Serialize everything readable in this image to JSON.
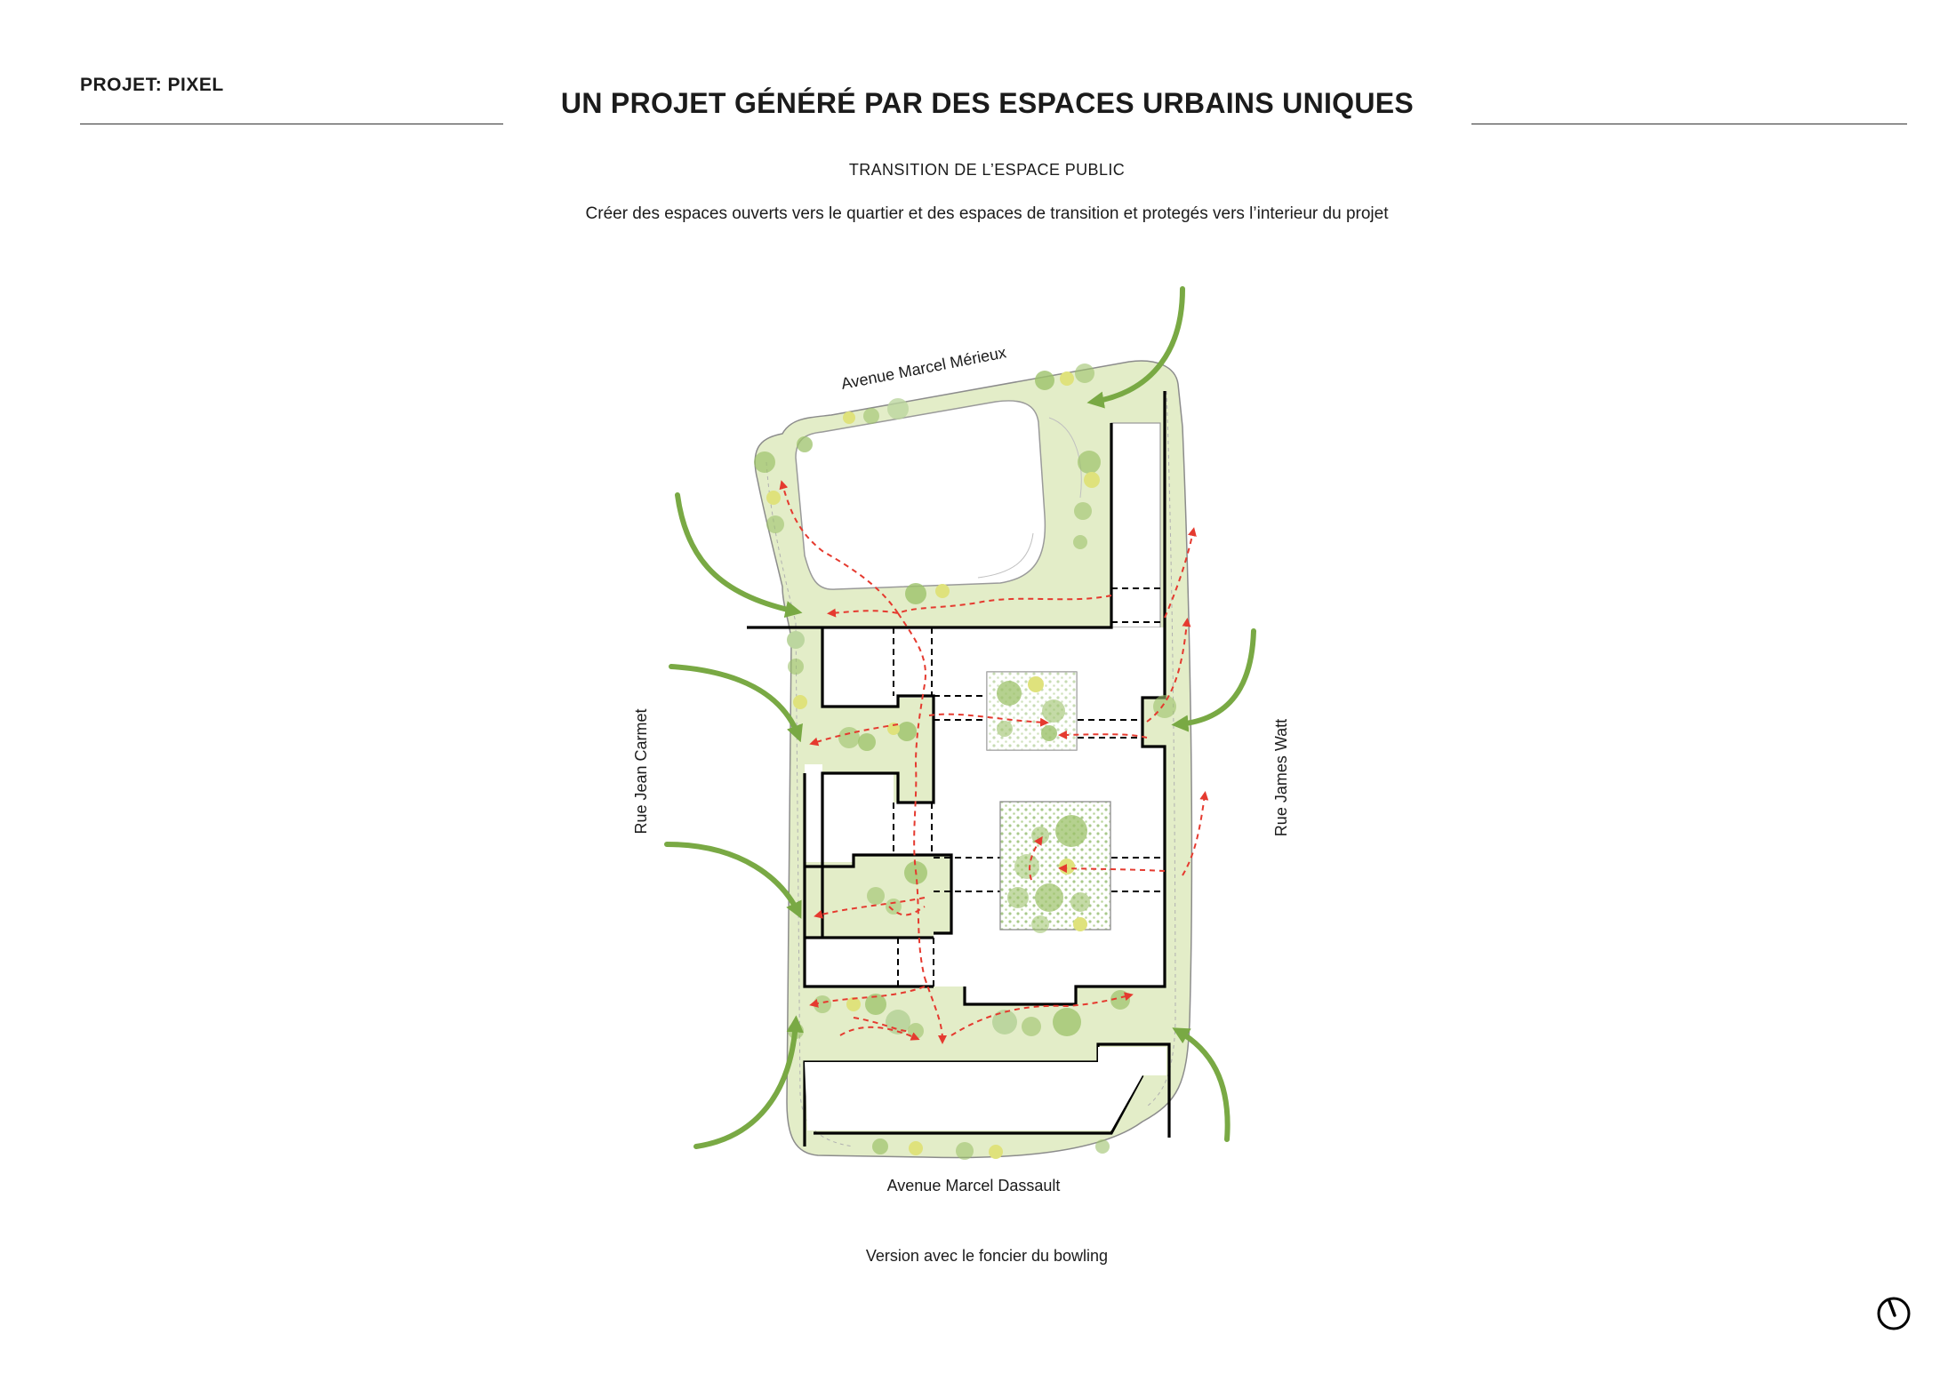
{
  "header": {
    "project_label": "PROJET: PIXEL",
    "title": "UN PROJET GÉNÉRÉ PAR DES ESPACES URBAINS UNIQUES",
    "subtitle": "TRANSITION DE L’ESPACE PUBLIC",
    "description": "Créer des espaces ouverts vers le quartier et des espaces de transition et protegés vers l’interieur du projet"
  },
  "plan": {
    "streets": {
      "north": "Avenue Marcel Mérieux",
      "south": "Avenue Marcel Dassault",
      "west": "Rue Jean Carmet",
      "east": "Rue James Watt"
    },
    "caption": "Version avec le foncier du bowling"
  },
  "colors": {
    "green_zone": "#e3edc8",
    "green_outline": "#8c8c8c",
    "arrow_green": "#79a944",
    "flow_red": "#e53a2f",
    "tree_green": "#9cc26a",
    "tree_yellow": "#dfe27c",
    "building_line": "#000000"
  },
  "icons": {
    "north_arrow": "north-arrow-icon"
  }
}
